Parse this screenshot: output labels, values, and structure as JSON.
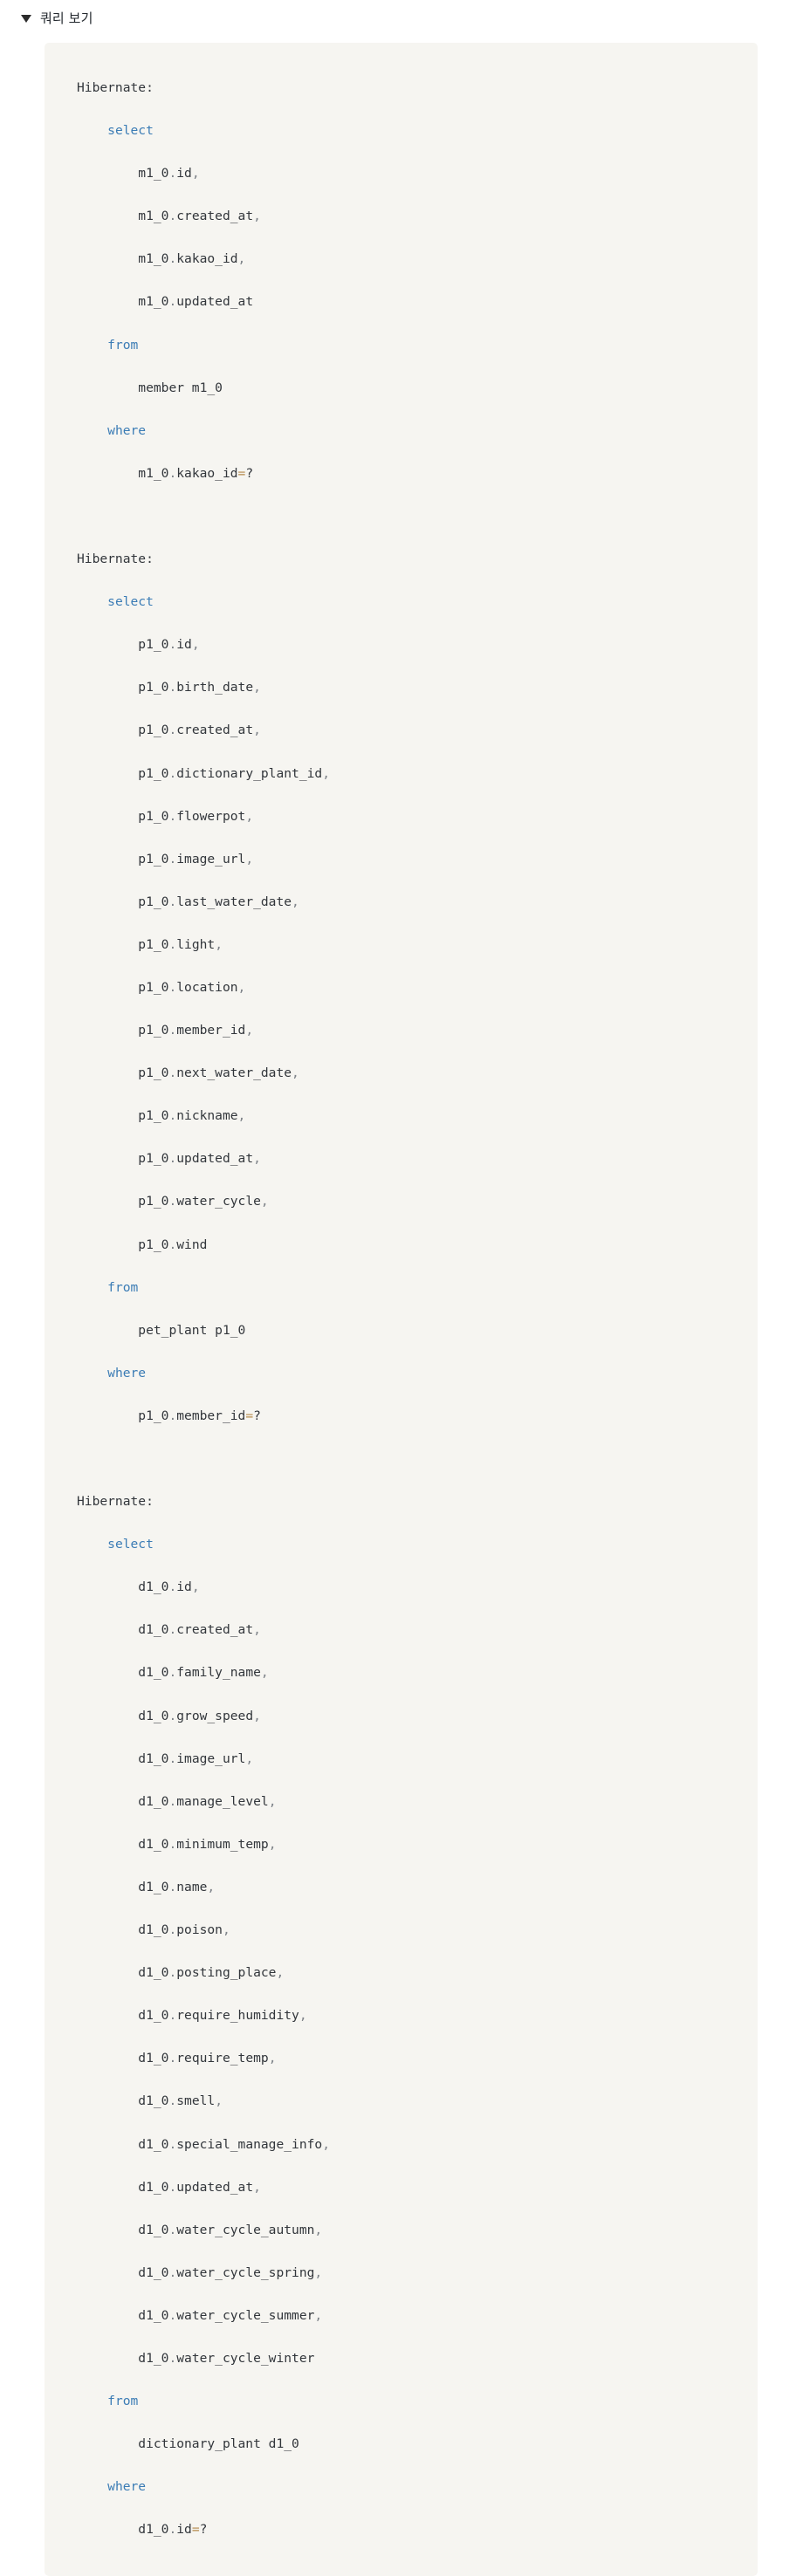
{
  "summary": {
    "label": "쿼리 보기",
    "marker_icon": "triangle-down-icon",
    "expanded": true
  },
  "colors": {
    "page_background": "#ffffff",
    "code_background": "#f6f5f1",
    "keyword": "#3b7cb5",
    "identifier": "#32363b",
    "punctuation": "#7d8288",
    "operator": "#b58a4b",
    "summary_text": "#24292f"
  },
  "code_block": {
    "language": "sql",
    "queries": [
      {
        "logger_label": "Hibernate:",
        "keywords": {
          "select": "select",
          "from": "from",
          "where": "where"
        },
        "alias": "m1_0",
        "columns": [
          "id",
          "created_at",
          "kakao_id",
          "updated_at"
        ],
        "table": "member",
        "table_alias": "m1_0",
        "where_column": "kakao_id",
        "where_operator": "=",
        "where_value": "?"
      },
      {
        "logger_label": "Hibernate:",
        "keywords": {
          "select": "select",
          "from": "from",
          "where": "where"
        },
        "alias": "p1_0",
        "columns": [
          "id",
          "birth_date",
          "created_at",
          "dictionary_plant_id",
          "flowerpot",
          "image_url",
          "last_water_date",
          "light",
          "location",
          "member_id",
          "next_water_date",
          "nickname",
          "updated_at",
          "water_cycle",
          "wind"
        ],
        "table": "pet_plant",
        "table_alias": "p1_0",
        "where_column": "member_id",
        "where_operator": "=",
        "where_value": "?"
      },
      {
        "logger_label": "Hibernate:",
        "keywords": {
          "select": "select",
          "from": "from",
          "where": "where"
        },
        "alias": "d1_0",
        "columns": [
          "id",
          "created_at",
          "family_name",
          "grow_speed",
          "image_url",
          "manage_level",
          "minimum_temp",
          "name",
          "poison",
          "posting_place",
          "require_humidity",
          "require_temp",
          "smell",
          "special_manage_info",
          "updated_at",
          "water_cycle_autumn",
          "water_cycle_spring",
          "water_cycle_summer",
          "water_cycle_winter"
        ],
        "table": "dictionary_plant",
        "table_alias": "d1_0",
        "where_column": "id",
        "where_operator": "=",
        "where_value": "?"
      }
    ]
  }
}
